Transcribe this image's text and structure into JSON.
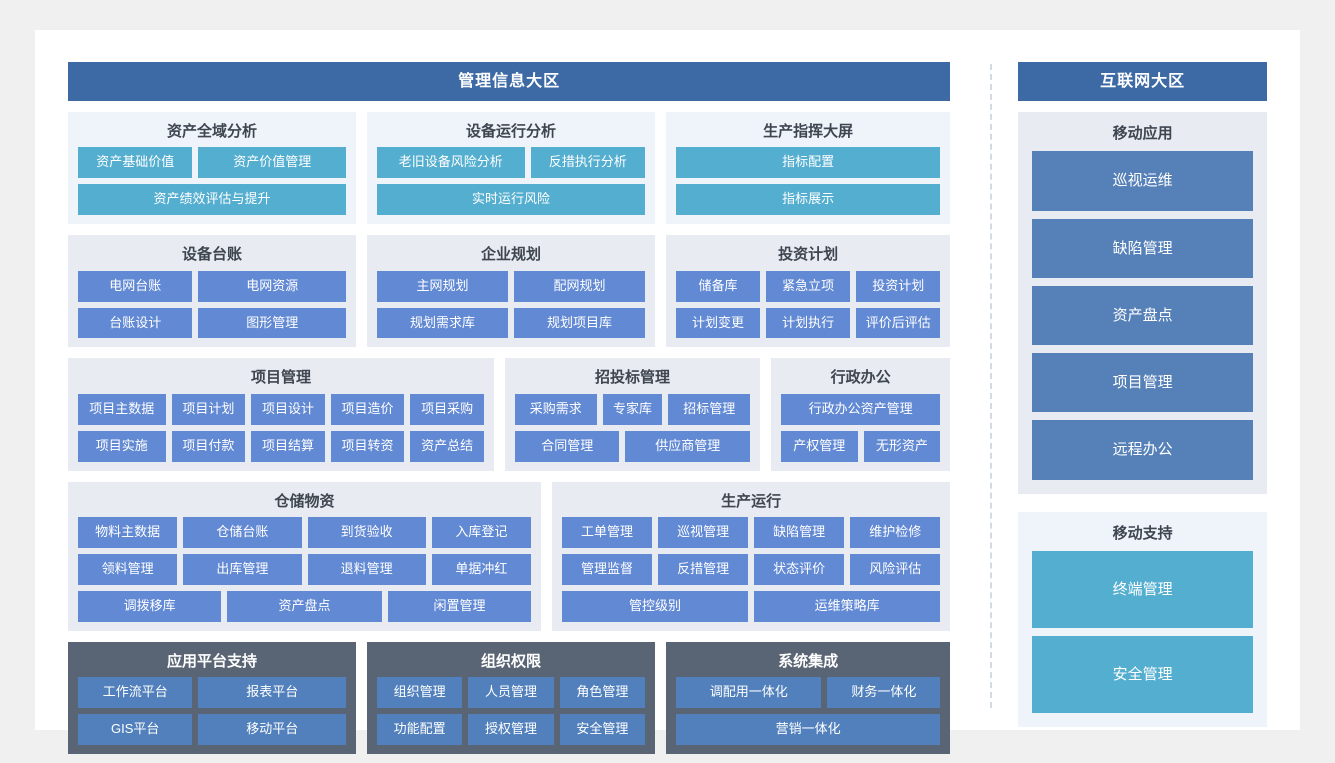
{
  "left_zone": {
    "title": "管理信息大区",
    "rows": [
      {
        "panels": [
          {
            "title": "资产全域分析",
            "style": "light-teal",
            "button_rows": [
              [
                "资产基础价值",
                "资产价值管理"
              ],
              [
                "资产绩效评估与提升"
              ]
            ]
          },
          {
            "title": "设备运行分析",
            "style": "light-teal",
            "button_rows": [
              [
                "老旧设备风险分析",
                "反措执行分析"
              ],
              [
                "实时运行风险"
              ]
            ]
          },
          {
            "title": "生产指挥大屏",
            "style": "light-teal",
            "button_rows": [
              [
                "指标配置"
              ],
              [
                "指标展示"
              ]
            ]
          }
        ]
      },
      {
        "panels": [
          {
            "title": "设备台账",
            "style": "gray-blue",
            "button_rows": [
              [
                "电网台账",
                "电网资源"
              ],
              [
                "台账设计",
                "图形管理"
              ]
            ]
          },
          {
            "title": "企业规划",
            "style": "gray-blue",
            "button_rows": [
              [
                "主网规划",
                "配网规划"
              ],
              [
                "规划需求库",
                "规划项目库"
              ]
            ]
          },
          {
            "title": "投资计划",
            "style": "gray-blue",
            "button_rows": [
              [
                "储备库",
                "紧急立项",
                "投资计划"
              ],
              [
                "计划变更",
                "计划执行",
                "评价后评估"
              ]
            ]
          }
        ]
      },
      {
        "panels": [
          {
            "title": "项目管理",
            "style": "gray-blue",
            "button_rows": [
              [
                "项目主数据",
                "项目计划",
                "项目设计",
                "项目造价",
                "项目采购"
              ],
              [
                "项目实施",
                "项目付款",
                "项目结算",
                "项目转资",
                "资产总结"
              ]
            ]
          },
          {
            "title": "招投标管理",
            "style": "gray-blue",
            "button_rows": [
              [
                "采购需求",
                "专家库",
                "招标管理"
              ],
              [
                "合同管理",
                "供应商管理"
              ]
            ]
          },
          {
            "title": "行政办公",
            "style": "gray-blue",
            "button_rows": [
              [
                "行政办公资产管理"
              ],
              [
                "产权管理",
                "无形资产"
              ]
            ]
          }
        ]
      },
      {
        "panels": [
          {
            "title": "仓储物资",
            "style": "gray-blue",
            "button_rows": [
              [
                "物料主数据",
                "仓储台账",
                "到货验收",
                "入库登记"
              ],
              [
                "领料管理",
                "出库管理",
                "退料管理",
                "单据冲红"
              ],
              [
                "调拨移库",
                "资产盘点",
                "闲置管理"
              ]
            ]
          },
          {
            "title": "生产运行",
            "style": "gray-blue",
            "button_rows": [
              [
                "工单管理",
                "巡视管理",
                "缺陷管理",
                "维护检修"
              ],
              [
                "管理监督",
                "反措管理",
                "状态评价",
                "风险评估"
              ],
              [
                "管控级别",
                "运维策略库"
              ]
            ]
          }
        ]
      },
      {
        "panels": [
          {
            "title": "应用平台支持",
            "style": "dark",
            "button_rows": [
              [
                "工作流平台",
                "报表平台"
              ],
              [
                "GIS平台",
                "移动平台"
              ]
            ]
          },
          {
            "title": "组织权限",
            "style": "dark",
            "button_rows": [
              [
                "组织管理",
                "人员管理",
                "角色管理"
              ],
              [
                "功能配置",
                "授权管理",
                "安全管理"
              ]
            ]
          },
          {
            "title": "系统集成",
            "style": "dark",
            "button_rows": [
              [
                "调配用一体化",
                "财务一体化"
              ],
              [
                "营销一体化"
              ]
            ]
          }
        ]
      }
    ]
  },
  "right_zone": {
    "title": "互联网大区",
    "panels": [
      {
        "title": "移动应用",
        "style": "gray-steel",
        "buttons": [
          "巡视运维",
          "缺陷管理",
          "资产盘点",
          "项目管理",
          "远程办公"
        ]
      },
      {
        "title": "移动支持",
        "style": "light-teal",
        "buttons": [
          "终端管理",
          "安全管理"
        ]
      }
    ]
  },
  "colors": {
    "zone_header": "#3d6aa5",
    "teal_button": "#54aed0",
    "blue_button": "#6289d4",
    "steel_button": "#5681b8",
    "dark_panel": "#596474",
    "light_panel": "#eef4fa",
    "gray_panel": "#e8ecf2",
    "page_background": "#f0f0f0",
    "card_background": "#ffffff"
  }
}
